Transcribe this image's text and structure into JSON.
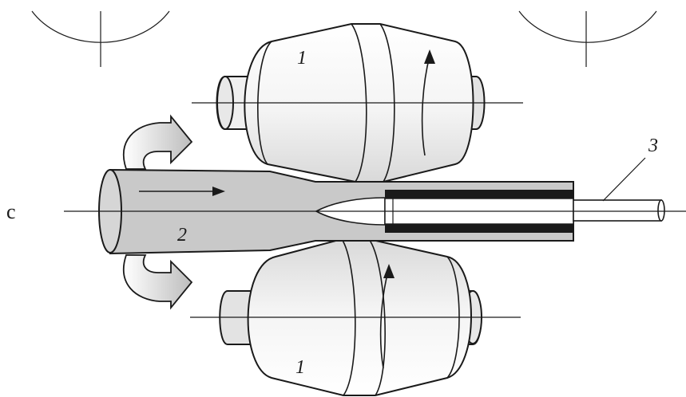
{
  "labels": {
    "roll_top": "1",
    "roll_bottom": "1",
    "workpiece": "2",
    "mandrel": "3",
    "side_mark": "c"
  },
  "colors": {
    "workpiece_fill": "#c9c9c9",
    "roll_fill": "#f3f3f3",
    "sleeve_fill": "#1a1a1a",
    "line": "#1a1a1a"
  },
  "icons": [
    "rotation-arrow-top-icon",
    "rotation-arrow-bottom-icon",
    "feed-arrow-icon",
    "roll-rotation-arrow-icon"
  ]
}
